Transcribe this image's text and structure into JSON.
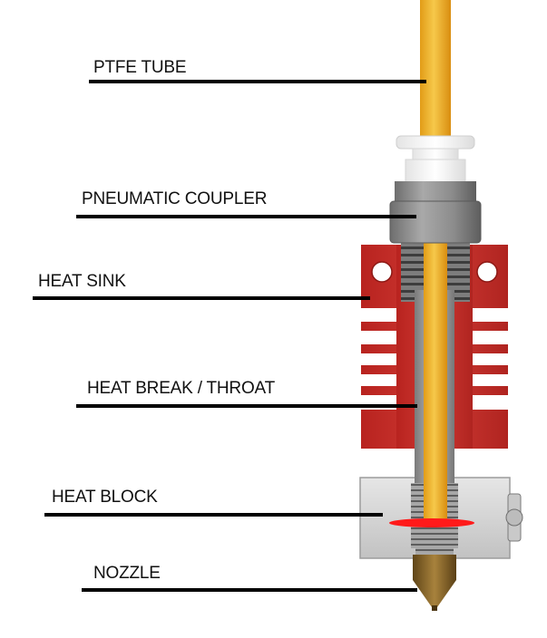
{
  "labels": {
    "ptfe_tube": "PTFE TUBE",
    "pneumatic_coupler": "PNEUMATIC COUPLER",
    "heat_sink": "HEAT SINK",
    "heat_break": "HEAT BREAK / THROAT",
    "heat_block": "HEAT BLOCK",
    "nozzle": "NOZZLE"
  },
  "colors": {
    "ptfe": "#f1b62a",
    "coupler_white": "#f2f2f2",
    "coupler_nut": "#8a8a8a",
    "heat_sink": "#c8302c",
    "heat_break": "#9a9a9a",
    "heat_block": "#d4d4d4",
    "nozzle": "#8a6a2e",
    "melt_zone": "#ff1a1a",
    "leader_line": "#000000"
  }
}
